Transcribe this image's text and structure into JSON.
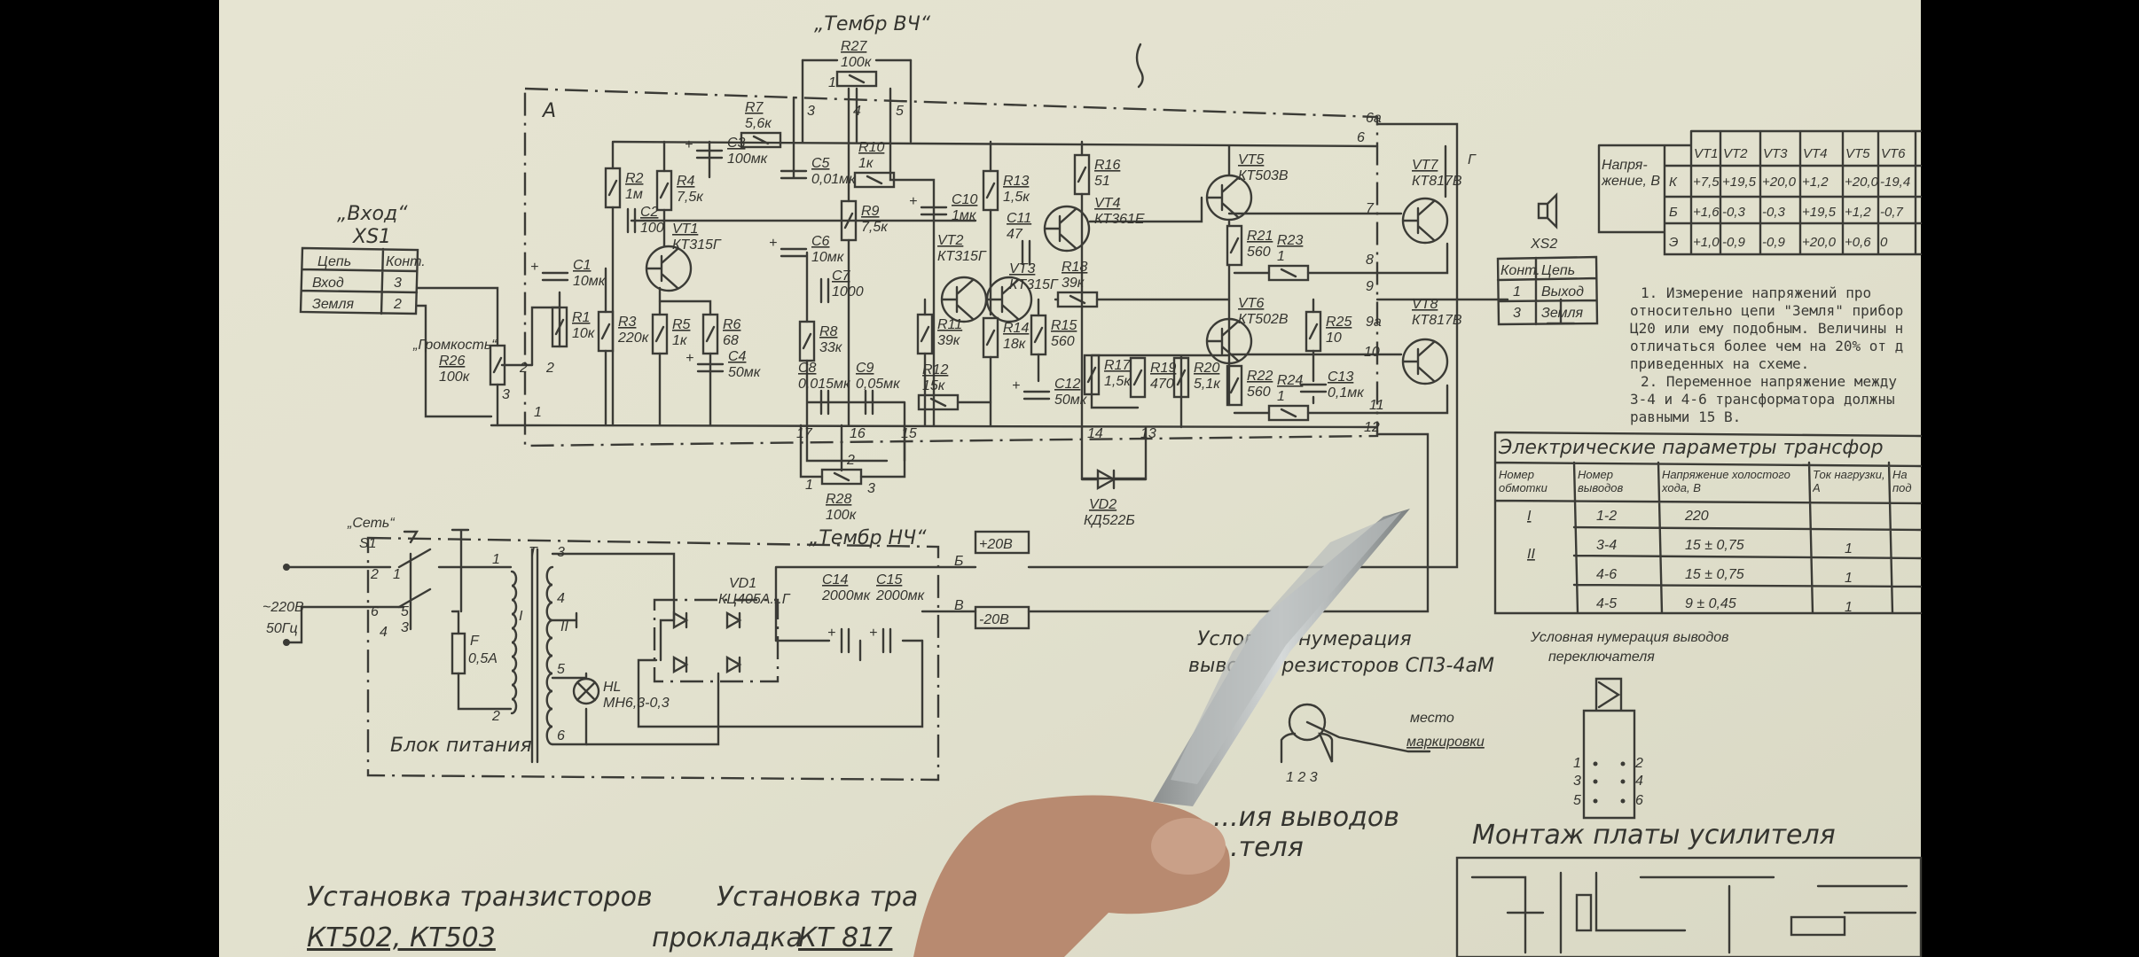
{
  "header": {
    "timbre_hf": "„Тембр ВЧ“",
    "timbre_lf": "„Тембр НЧ“",
    "block_a": "А"
  },
  "input": {
    "title": "„Вход“",
    "ref": "XS1",
    "col_circuit": "Цепь",
    "col_contact": "Конт.",
    "rows": [
      {
        "circuit": "Вход",
        "contact": "3"
      },
      {
        "circuit": "Земля",
        "contact": "2"
      }
    ],
    "volume_label": "„Громкость“"
  },
  "output": {
    "ref": "XS2",
    "col_contact": "Конт.",
    "col_circuit": "Цепь",
    "rows": [
      {
        "contact": "1",
        "circuit": "Выход"
      },
      {
        "contact": "3",
        "circuit": "Земля"
      }
    ]
  },
  "resistors": [
    {
      "ref": "R1",
      "value": "10к"
    },
    {
      "ref": "R2",
      "value": "1м"
    },
    {
      "ref": "R3",
      "value": "220к"
    },
    {
      "ref": "R4",
      "value": "7,5к"
    },
    {
      "ref": "R5",
      "value": "1к"
    },
    {
      "ref": "R6",
      "value": "68"
    },
    {
      "ref": "R7",
      "value": "5,6к"
    },
    {
      "ref": "R8",
      "value": "33к"
    },
    {
      "ref": "R9",
      "value": "7,5к"
    },
    {
      "ref": "R10",
      "value": "1к"
    },
    {
      "ref": "R11",
      "value": "39к"
    },
    {
      "ref": "R12",
      "value": "15к"
    },
    {
      "ref": "R13",
      "value": "1,5к"
    },
    {
      "ref": "R14",
      "value": "18к"
    },
    {
      "ref": "R15",
      "value": "560"
    },
    {
      "ref": "R16",
      "value": "51"
    },
    {
      "ref": "R17",
      "value": "1,5к"
    },
    {
      "ref": "R18",
      "value": "39к"
    },
    {
      "ref": "R19",
      "value": "470"
    },
    {
      "ref": "R20",
      "value": "5,1к"
    },
    {
      "ref": "R21",
      "value": "560"
    },
    {
      "ref": "R22",
      "value": "560"
    },
    {
      "ref": "R23",
      "value": "1"
    },
    {
      "ref": "R24",
      "value": "1"
    },
    {
      "ref": "R25",
      "value": "10"
    },
    {
      "ref": "R26",
      "value": "100к"
    },
    {
      "ref": "R27",
      "value": "100к"
    },
    {
      "ref": "R28",
      "value": "100к"
    }
  ],
  "capacitors": [
    {
      "ref": "C1",
      "value": "10мк"
    },
    {
      "ref": "C2",
      "value": "100"
    },
    {
      "ref": "C3",
      "value": "100мк"
    },
    {
      "ref": "C4",
      "value": "50мк"
    },
    {
      "ref": "C5",
      "value": "0,01мк"
    },
    {
      "ref": "C6",
      "value": "10мк"
    },
    {
      "ref": "C7",
      "value": "1000"
    },
    {
      "ref": "C8",
      "value": "0,015мк"
    },
    {
      "ref": "C9",
      "value": "0,05мк"
    },
    {
      "ref": "C10",
      "value": "1мк"
    },
    {
      "ref": "C11",
      "value": "47"
    },
    {
      "ref": "C12",
      "value": "50мк"
    },
    {
      "ref": "C13",
      "value": "0,1мк"
    },
    {
      "ref": "C14",
      "value": "2000мк"
    },
    {
      "ref": "C15",
      "value": "2000мк"
    }
  ],
  "transistors": [
    {
      "ref": "VT1",
      "type": "КТ315Г"
    },
    {
      "ref": "VT2",
      "type": "КТ315Г"
    },
    {
      "ref": "VT3",
      "type": "КТ315Г"
    },
    {
      "ref": "VT4",
      "type": "КТ361Е"
    },
    {
      "ref": "VT5",
      "type": "КТ503В"
    },
    {
      "ref": "VT6",
      "type": "КТ502В"
    },
    {
      "ref": "VT7",
      "type": "КТ817В"
    },
    {
      "ref": "VT8",
      "type": "КТ817В"
    }
  ],
  "diode": {
    "ref": "VD2",
    "type": "КД522Б"
  },
  "terminals": [
    "6а",
    "6",
    "7",
    "8",
    "9",
    "9а",
    "10",
    "11",
    "12",
    "Г",
    "14",
    "13",
    "17",
    "16",
    "15",
    "1",
    "2",
    "2",
    "3",
    "1",
    "3",
    "4",
    "5",
    "2",
    "1",
    "3"
  ],
  "power": {
    "mains_ref": "„Сеть“",
    "switch_ref": "S1",
    "voltage": "~220В",
    "freq": "50Гц",
    "fuse_ref": "F",
    "fuse_value": "0,5А",
    "winding1": "I",
    "winding2": "II",
    "transformer": "Т",
    "bridge_ref": "VD1",
    "bridge_type": "КЦ405А...Г",
    "lamp_ref": "HL",
    "lamp_type": "МН6,3-0,3",
    "block_label": "Блок питания",
    "plus_label": "+20В",
    "minus_label": "-20В",
    "b_label": "Б",
    "v_label": "В",
    "pins": [
      "2",
      "1",
      "6",
      "5",
      "4",
      "3",
      "1",
      "2",
      "3",
      "4",
      "5",
      "6"
    ]
  },
  "voltage_table": {
    "row_title": "Напря-жение, В",
    "columns": [
      "VT1",
      "VT2",
      "VT3",
      "VT4",
      "VT5",
      "VT6"
    ],
    "rows": [
      {
        "label": "К",
        "values": [
          "+7,5",
          "+19,5",
          "+20,0",
          "+1,2",
          "+20,0",
          "-19,4"
        ]
      },
      {
        "label": "Б",
        "values": [
          "+1,6",
          "-0,3",
          "-0,3",
          "+19,5",
          "+1,2",
          "-0,7"
        ]
      },
      {
        "label": "Э",
        "values": [
          "+1,0",
          "-0,9",
          "-0,9",
          "+20,0",
          "+0,6",
          "0"
        ]
      }
    ]
  },
  "notes": [
    "1. Измерение напряжений про",
    "относительно цепи \"Земля\" прибор",
    "Ц20 или ему подобным. Величины н",
    "отличаться более чем на 20% от д",
    "приведенных на схеме.",
    "2. Переменное напряжение между",
    "3-4 и 4-6 трансформатора должны",
    "равными 15 В."
  ],
  "transformer_table": {
    "title": "Электрические параметры трансфор",
    "headers": [
      "Номер обмотки",
      "Номер выводов",
      "Напряжение холостого хода, В",
      "Ток нагрузки, А",
      "На под"
    ],
    "rows": [
      {
        "winding": "I",
        "pins": "1-2",
        "voltage": "220",
        "current": ""
      },
      {
        "winding": "II",
        "pins": "3-4",
        "voltage": "15 ± 0,75",
        "current": "1"
      },
      {
        "winding": "",
        "pins": "4-6",
        "voltage": "15 ± 0,75",
        "current": "1"
      },
      {
        "winding": "",
        "pins": "4-5",
        "voltage": "9 ± 0,45",
        "current": "1"
      }
    ]
  },
  "pot_pinout": {
    "title1": "Условная нумерация",
    "title2": "выводов резисторов СП3-4аМ",
    "marking1": "место",
    "marking2": "маркировки",
    "pins": "1 2 3"
  },
  "switch_pinout": {
    "title1": "Условная нумерация выводов",
    "title2": "переключателя",
    "pins": [
      "1",
      "2",
      "3",
      "4",
      "5",
      "6"
    ]
  },
  "partial_title": {
    "line1": "...ия выводов",
    "line2": "...теля"
  },
  "pcb": {
    "title": "Монтаж платы усилителя"
  },
  "install": {
    "title1": "Установка транзисторов",
    "sub1": "КТ502, КТ503",
    "title2": "Установка тра",
    "gasket": "прокладка",
    "sub2": "КТ 817"
  }
}
